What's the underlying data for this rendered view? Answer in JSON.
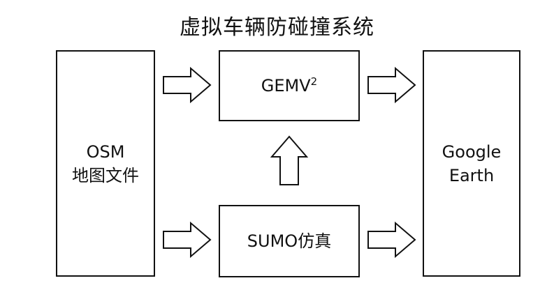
{
  "title": "虚拟车辆防碰撞系统",
  "nodes": {
    "osm": {
      "line1": "OSM",
      "line2": "地图文件"
    },
    "gemv": {
      "label": "GEMV",
      "sup": "2"
    },
    "sumo": {
      "label": "SUMO仿真"
    },
    "google_earth": {
      "line1": "Google",
      "line2": "Earth"
    }
  },
  "edges": [
    {
      "from": "OSM 地图文件",
      "to": "GEMV2"
    },
    {
      "from": "OSM 地图文件",
      "to": "SUMO仿真"
    },
    {
      "from": "SUMO仿真",
      "to": "GEMV2"
    },
    {
      "from": "GEMV2",
      "to": "Google Earth"
    },
    {
      "from": "SUMO仿真",
      "to": "Google Earth"
    }
  ]
}
